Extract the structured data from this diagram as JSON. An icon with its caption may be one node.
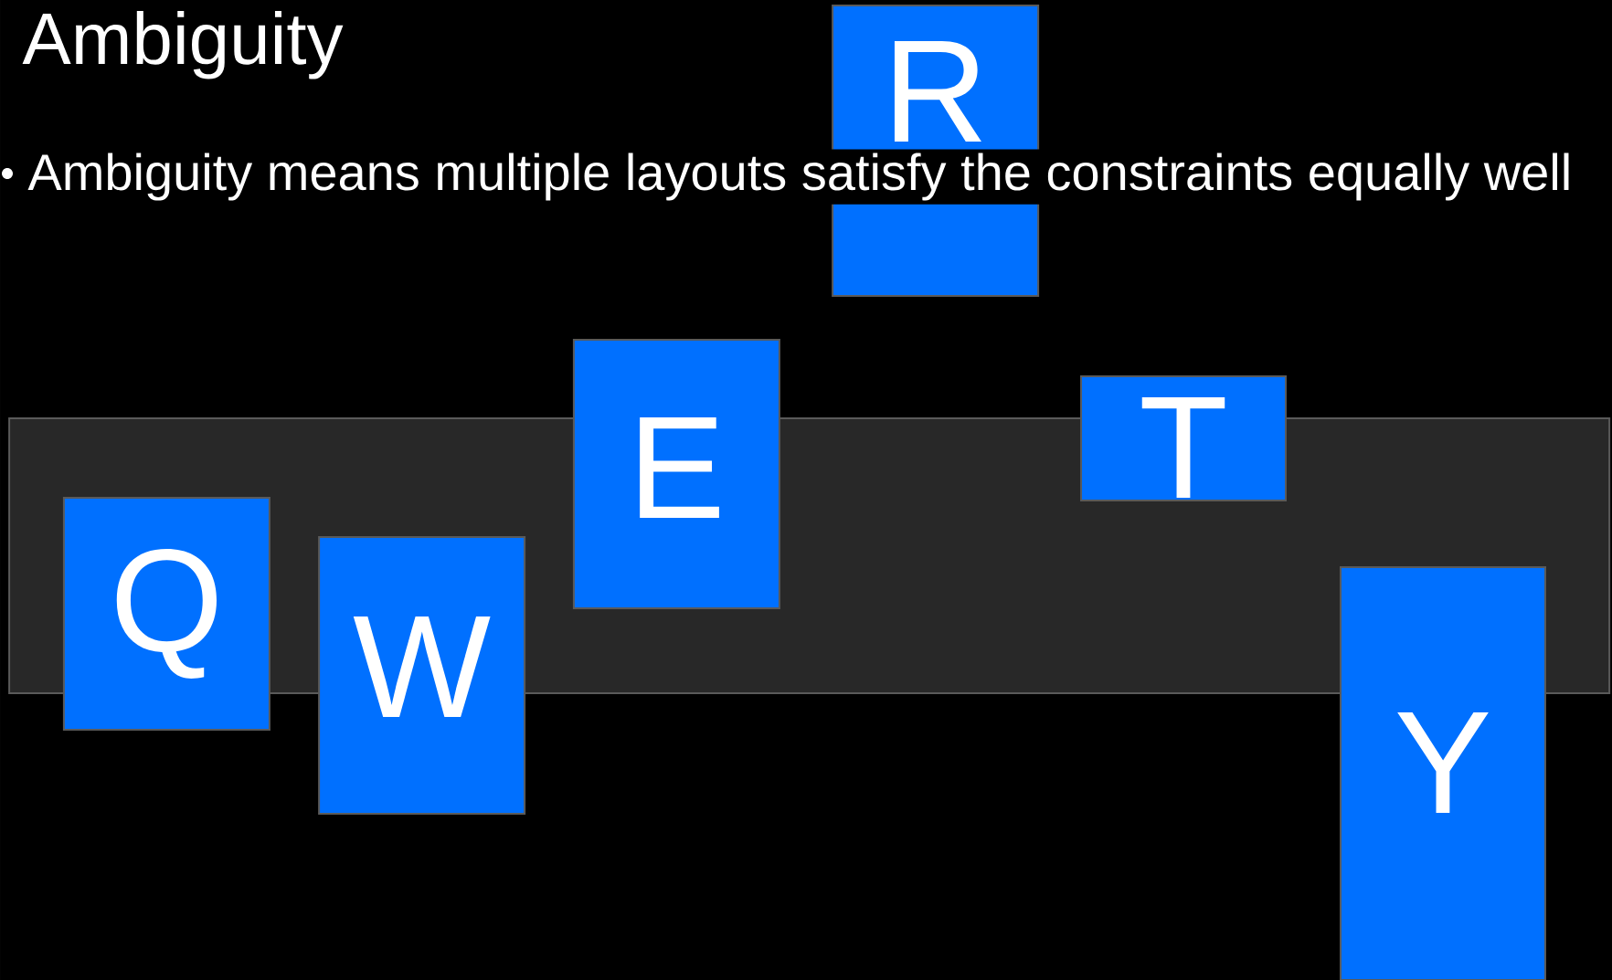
{
  "diagram": {
    "title": "Ambiguity",
    "nodes": [
      {
        "text": [],
        "shape": "box"
      },
      {
        "text": [
          "Q"
        ]
      },
      {
        "text": [
          "W"
        ]
      },
      {
        "text": [
          "E"
        ]
      },
      {
        "text": [
          "R"
        ]
      },
      {
        "text": [
          "T"
        ]
      },
      {
        "text": [
          "Y"
        ]
      }
    ],
    "labels": [
      "Ambiguity means multiple layouts satisfy the constraints equally well"
    ]
  }
}
